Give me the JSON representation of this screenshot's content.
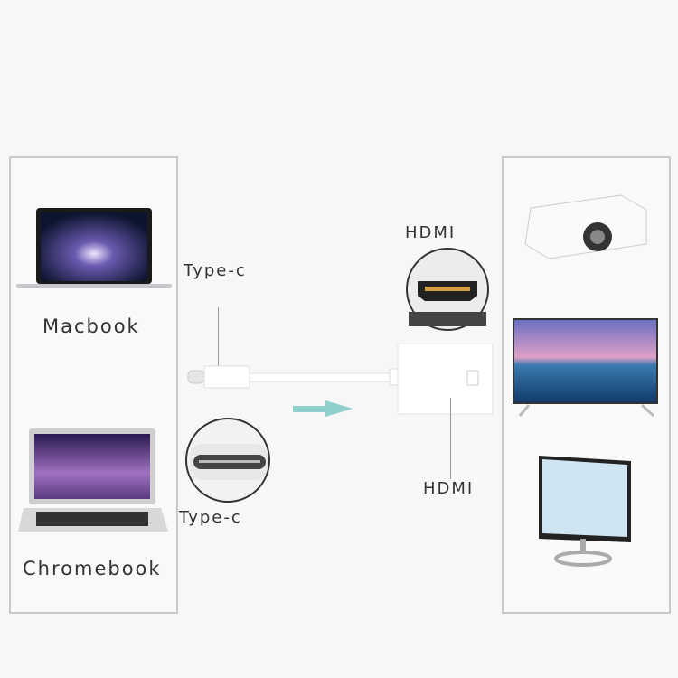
{
  "devices": {
    "macbook_label": "Macbook",
    "chromebook_label": "Chromebook"
  },
  "connectors": {
    "typec_top_label": "Type-c",
    "typec_bottom_label": "Type-c",
    "hdmi_top_label": "HDMI",
    "hdmi_bottom_label": "HDMI"
  },
  "colors": {
    "arrow": "#8fd0cc",
    "panel_border": "#c9c9c9"
  }
}
